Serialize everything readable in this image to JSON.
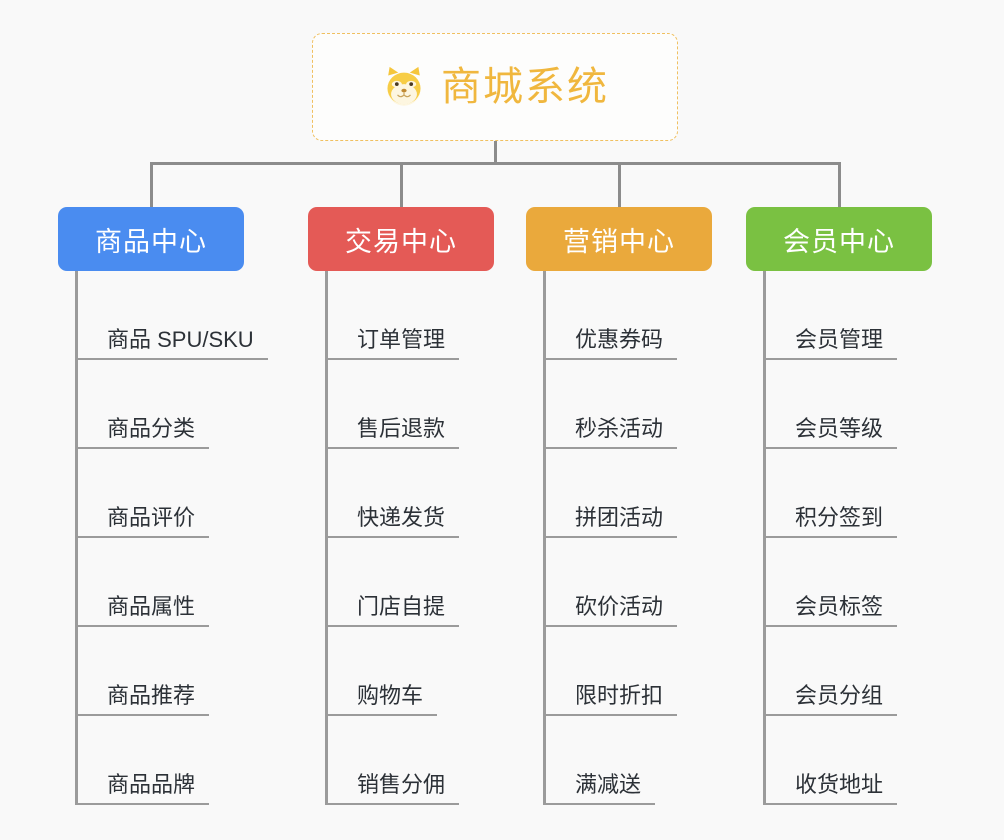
{
  "page": {
    "background_color": "#f9f9f9",
    "type": "mindmap"
  },
  "root": {
    "title": "商城系统",
    "icon": "shiba-dog-face-emoji",
    "text_color": "#f0b73e",
    "border_color": "#f0c060"
  },
  "columns": [
    {
      "header": "商品中心",
      "color": "#4a8cf0",
      "items": [
        "商品 SPU/SKU",
        "商品分类",
        "商品评价",
        "商品属性",
        "商品推荐",
        "商品品牌"
      ]
    },
    {
      "header": "交易中心",
      "color": "#e45a56",
      "items": [
        "订单管理",
        "售后退款",
        "快递发货",
        "门店自提",
        "购物车",
        "销售分佣"
      ]
    },
    {
      "header": "营销中心",
      "color": "#eaa93c",
      "items": [
        "优惠券码",
        "秒杀活动",
        "拼团活动",
        "砍价活动",
        "限时折扣",
        "满减送"
      ]
    },
    {
      "header": "会员中心",
      "color": "#7ac142",
      "items": [
        "会员管理",
        "会员等级",
        "积分签到",
        "会员标签",
        "会员分组",
        "收货地址"
      ]
    }
  ],
  "connector": {
    "color": "#8c8c8c"
  }
}
